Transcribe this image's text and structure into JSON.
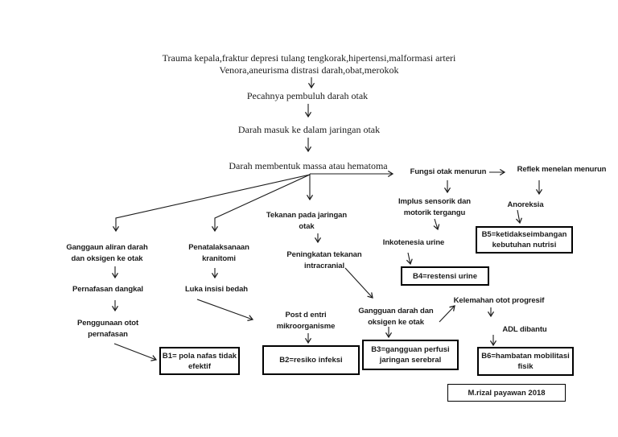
{
  "nodes": {
    "trauma": {
      "line1": "Trauma kepala,fraktur depresi tulang tengkorak,hipertensi,malformasi arteri",
      "line2": "Venora,aneurisma distrasi darah,obat,merokok"
    },
    "pecahnya": {
      "text": "Pecahnya pembuluh darah otak"
    },
    "darah_masuk": {
      "text": "Darah masuk ke dalam jaringan otak"
    },
    "hematoma": {
      "text": "Darah membentuk massa atau hematoma"
    },
    "fungsi_otak": {
      "text": "Fungsi otak menurun"
    },
    "reflek_menelan": {
      "text": "Reflek menelan menurun"
    },
    "implus_sensorik": {
      "line1": "Implus sensorik dan",
      "line2": "motorik tergangu"
    },
    "anoreksia": {
      "text": "Anoreksia"
    },
    "inkotenesia": {
      "text": "Inkotenesia urine"
    },
    "ganggaun_aliran": {
      "line1": "Ganggaun aliran darah",
      "line2": "dan oksigen ke otak"
    },
    "penatalaksanaan": {
      "line1": "Penatalaksanaan",
      "line2": "kranitomi"
    },
    "pernafasan_dangkal": {
      "text": "Pernafasan dangkal"
    },
    "luka_insisi": {
      "text": "Luka insisi bedah"
    },
    "penggunaan_otot": {
      "line1": "Penggunaan otot",
      "line2": "pernafasan"
    },
    "tekanan_jaringan": {
      "line1": "Tekanan pada jaringan",
      "line2": "otak"
    },
    "peningkatan_tik": {
      "line1": "Peningkatan tekanan",
      "line2": "intracranial"
    },
    "post_d_entri": {
      "line1": "Post d entri",
      "line2": "mikroorganisme"
    },
    "gangguan_darah": {
      "line1": "Gangguan darah dan",
      "line2": "oksigen ke otak"
    },
    "kelemahan_otot": {
      "text": "Kelemahan otot progresif"
    },
    "adl_dibantu": {
      "text": "ADL dibantu"
    },
    "b1": {
      "line1": "B1= pola nafas tidak",
      "line2": "efektif"
    },
    "b2": {
      "text": "B2=resiko infeksi"
    },
    "b3": {
      "line1": "B3=gangguan perfusi",
      "line2": "jaringan serebral"
    },
    "b4": {
      "text": "B4=restensi urine"
    },
    "b5": {
      "line1": "B5=ketidakseimbangan",
      "line2": "kebutuhan nutrisi"
    },
    "b6": {
      "line1": "B6=hambatan mobilitasi",
      "line2": "fisik"
    },
    "author": {
      "text": "M.rizal payawan 2018"
    }
  },
  "edges": [
    {
      "from": "trauma",
      "to": "pecahnya"
    },
    {
      "from": "pecahnya",
      "to": "darah_masuk"
    },
    {
      "from": "darah_masuk",
      "to": "hematoma"
    },
    {
      "from": "hematoma",
      "to": "fungsi_otak"
    },
    {
      "from": "hematoma",
      "to": "tekanan_jaringan"
    },
    {
      "from": "hematoma",
      "to": "ganggaun_aliran"
    },
    {
      "from": "hematoma",
      "to": "penatalaksanaan"
    },
    {
      "from": "fungsi_otak",
      "to": "reflek_menelan"
    },
    {
      "from": "fungsi_otak",
      "to": "implus_sensorik"
    },
    {
      "from": "reflek_menelan",
      "to": "anoreksia"
    },
    {
      "from": "anoreksia",
      "to": "b5"
    },
    {
      "from": "implus_sensorik",
      "to": "inkotenesia"
    },
    {
      "from": "inkotenesia",
      "to": "b4"
    },
    {
      "from": "tekanan_jaringan",
      "to": "peningkatan_tik"
    },
    {
      "from": "peningkatan_tik",
      "to": "gangguan_darah"
    },
    {
      "from": "ganggaun_aliran",
      "to": "pernafasan_dangkal"
    },
    {
      "from": "pernafasan_dangkal",
      "to": "penggunaan_otot"
    },
    {
      "from": "penggunaan_otot",
      "to": "b1"
    },
    {
      "from": "penatalaksanaan",
      "to": "luka_insisi"
    },
    {
      "from": "luka_insisi",
      "to": "post_d_entri"
    },
    {
      "from": "post_d_entri",
      "to": "b2"
    },
    {
      "from": "gangguan_darah",
      "to": "b3"
    },
    {
      "from": "gangguan_darah",
      "to": "kelemahan_otot"
    },
    {
      "from": "kelemahan_otot",
      "to": "adl_dibantu"
    },
    {
      "from": "adl_dibantu",
      "to": "b6"
    }
  ],
  "colors": {
    "ink": "#1b1b1b",
    "background": "#ffffff"
  }
}
